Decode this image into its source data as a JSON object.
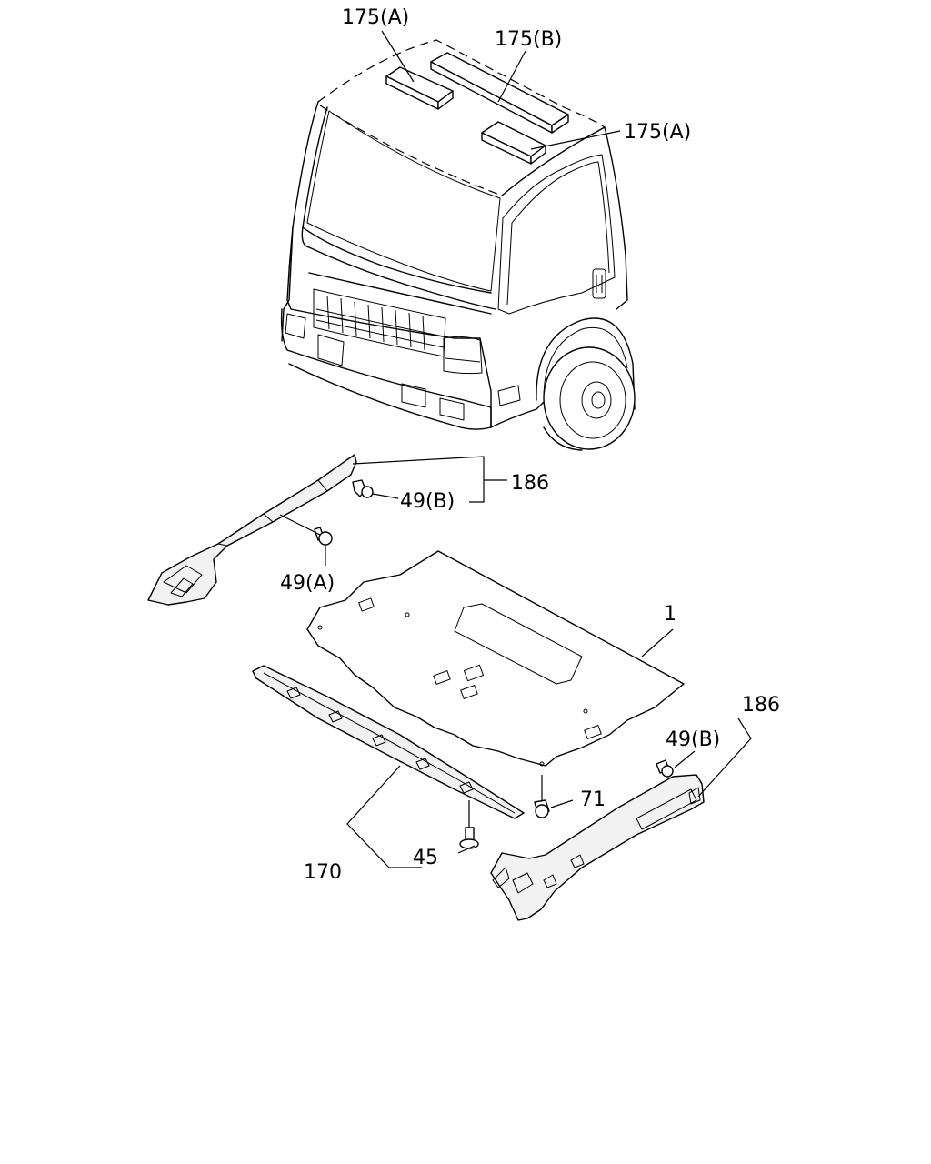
{
  "diagram": {
    "callouts": {
      "part_175a_top": "175(A)",
      "part_175b": "175(B)",
      "part_175a_right": "175(A)",
      "part_186_left": "186",
      "part_49b_left": "49(B)",
      "part_49a": "49(A)",
      "part_1": "1",
      "part_186_right": "186",
      "part_49b_right": "49(B)",
      "part_71": "71",
      "part_170": "170",
      "part_45": "45"
    }
  }
}
